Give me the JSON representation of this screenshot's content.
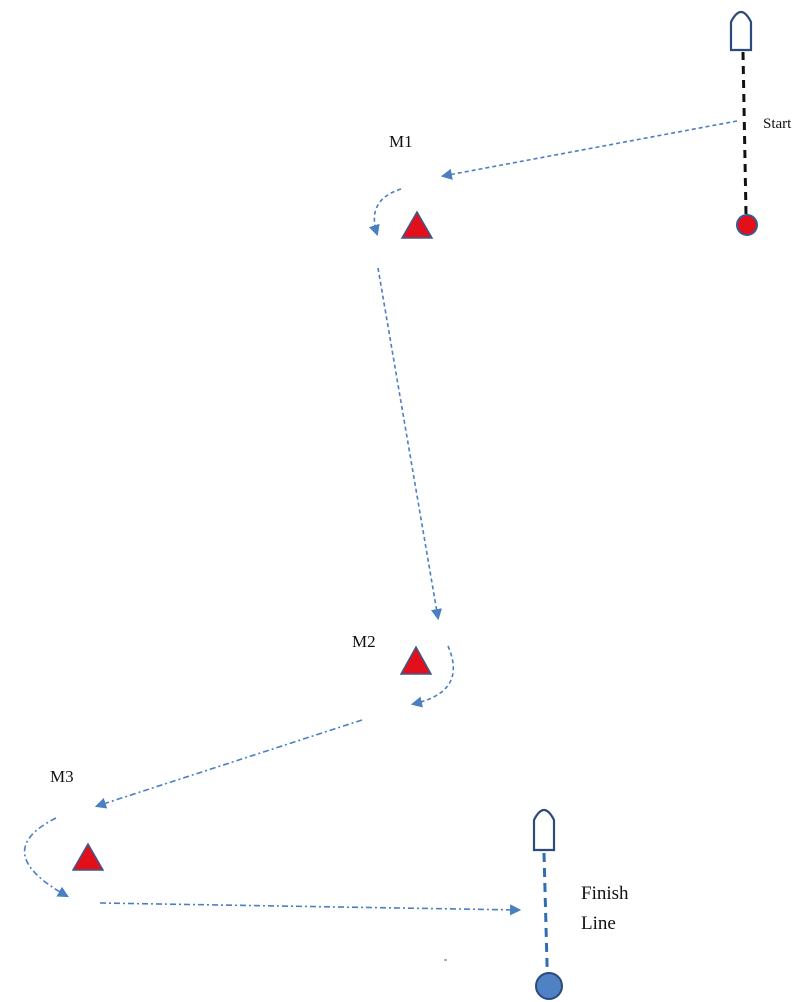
{
  "labels": {
    "start": "Start",
    "mark1": "M1",
    "mark2": "M2",
    "mark3": "M3",
    "finish_line1": "Finish",
    "finish_line2": "Line"
  },
  "colors": {
    "route": "#4a7fc1",
    "mark_fill": "#e3101b",
    "mark_stroke": "#3a5a8c",
    "start_pin": "#e3101b",
    "finish_pin": "#4f82c4",
    "start_line": "#111111",
    "finish_line": "#2f6db5",
    "boat_outline": "#2c4a7a"
  },
  "icons": {
    "committee_boat": "boat-outline-icon",
    "mark": "triangle-buoy-icon",
    "pin": "circle-buoy-icon"
  }
}
